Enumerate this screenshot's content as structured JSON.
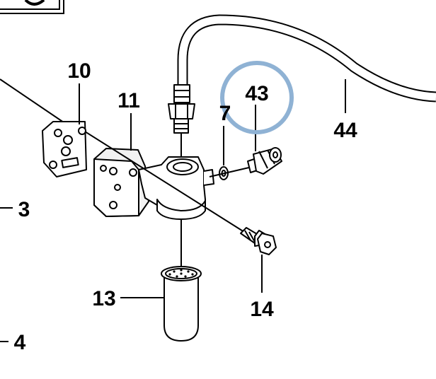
{
  "callouts": {
    "c3": "3",
    "c4": "4",
    "c7": "7",
    "c10": "10",
    "c11": "11",
    "c13": "13",
    "c14": "14",
    "c43": "43",
    "c44": "44"
  },
  "colors": {
    "line": "#000000",
    "highlight_circle": "#8fb2d4",
    "background": "#ffffff"
  }
}
